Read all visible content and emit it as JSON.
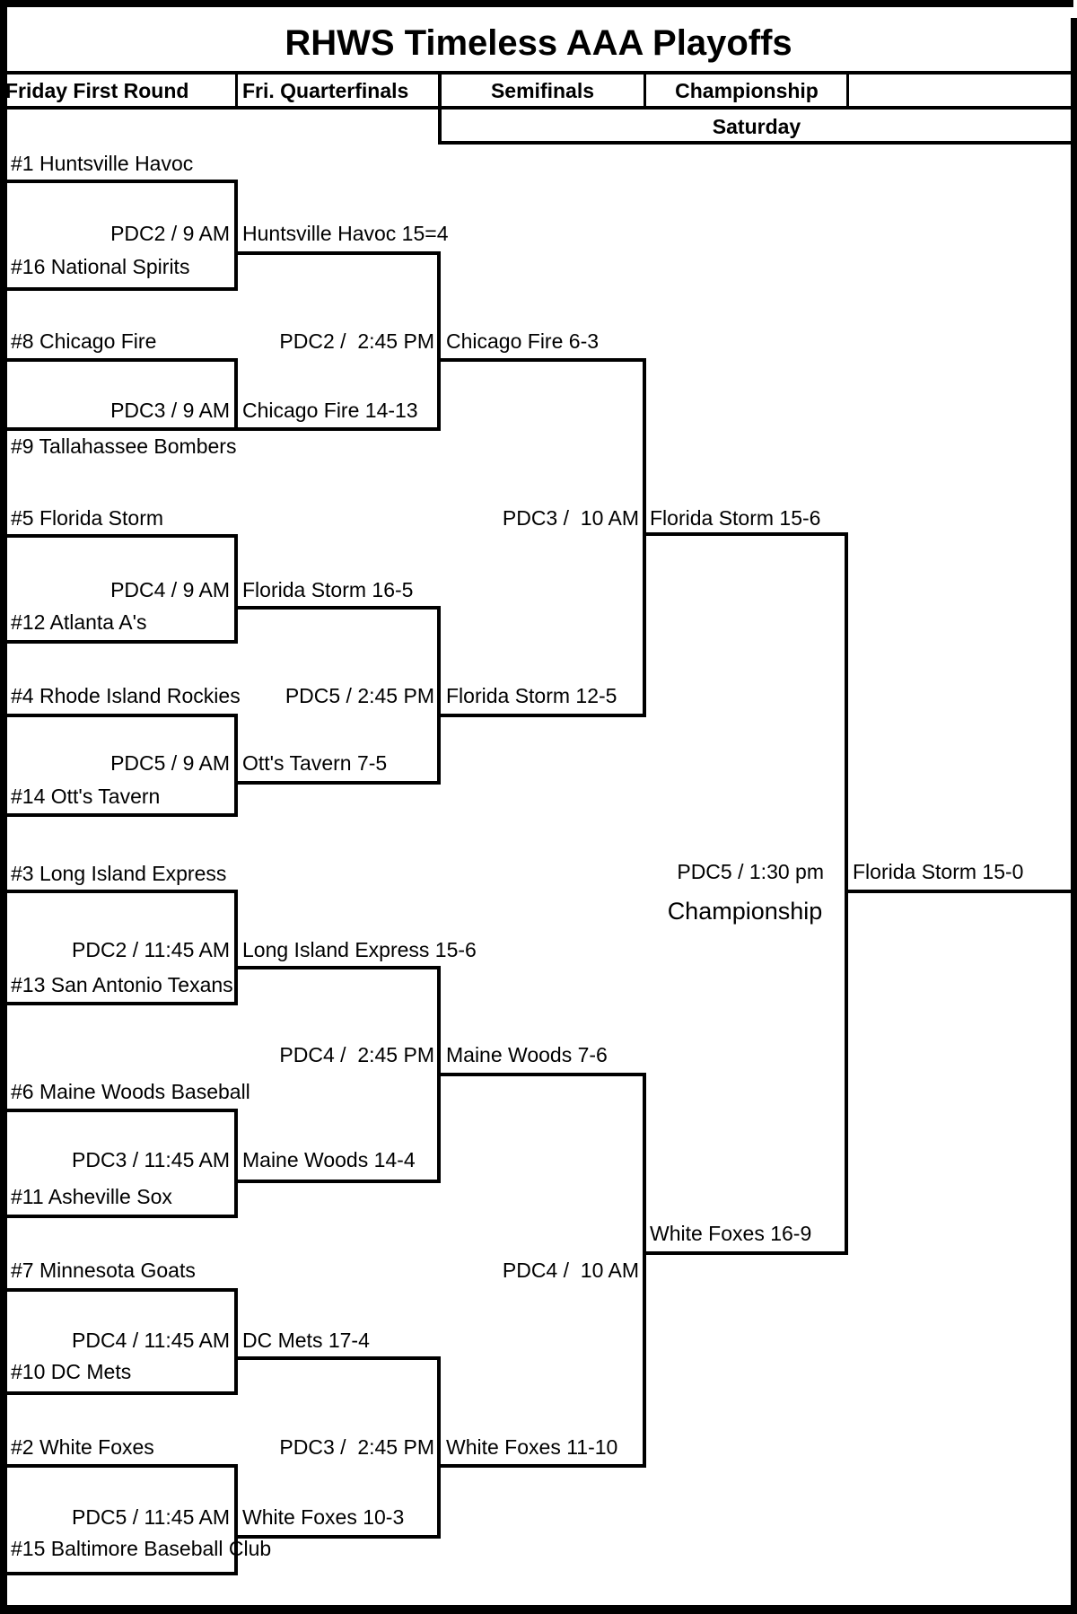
{
  "title": "RHWS Timeless AAA Playoffs",
  "header": {
    "col1": "Friday First Round",
    "col2": "Fri. Quarterfinals",
    "col3": "Semifinals",
    "col4": "Championship",
    "day": "Saturday"
  },
  "r1": {
    "m1": {
      "seed_top": "#1 Huntsville Havoc",
      "seed_bottom": "#16 National Spirits",
      "game": "PDC2 / 9 AM",
      "winner": "Huntsville Havoc 15=4"
    },
    "m2": {
      "seed_top": "#8 Chicago Fire",
      "seed_bottom": "#9 Tallahassee Bombers",
      "game": "PDC3 / 9 AM",
      "winner": "Chicago Fire 14-13"
    },
    "m3": {
      "seed_top": "#5 Florida Storm",
      "seed_bottom": "#12 Atlanta A's",
      "game": "PDC4 / 9 AM",
      "winner": "Florida Storm 16-5"
    },
    "m4": {
      "seed_top": "#4 Rhode Island Rockies",
      "seed_bottom": "#14 Ott's Tavern",
      "game": "PDC5 / 9 AM",
      "winner": "Ott's Tavern 7-5"
    },
    "m5": {
      "seed_top": "#3 Long Island Express",
      "seed_bottom": "#13 San Antonio Texans",
      "game": "PDC2 / 11:45 AM",
      "winner": "Long Island Express 15-6"
    },
    "m6": {
      "seed_top": "#6 Maine Woods Baseball",
      "seed_bottom": "#11 Asheville Sox",
      "game": "PDC3 / 11:45 AM",
      "winner": "Maine Woods 14-4"
    },
    "m7": {
      "seed_top": "#7 Minnesota Goats",
      "seed_bottom": "#10 DC Mets",
      "game": "PDC4 / 11:45 AM",
      "winner": "DC Mets 17-4"
    },
    "m8": {
      "seed_top": "#2 White Foxes",
      "seed_bottom": "#15 Baltimore Baseball Club",
      "game": "PDC5 / 11:45 AM",
      "winner": "White Foxes 10-3"
    }
  },
  "qf": {
    "m1": {
      "game": "PDC2 /  2:45 PM",
      "winner": "Chicago Fire 6-3"
    },
    "m2": {
      "game": "PDC5 / 2:45 PM",
      "winner": "Florida Storm 12-5"
    },
    "m3": {
      "game": "PDC4 /  2:45 PM",
      "winner": "Maine Woods 7-6"
    },
    "m4": {
      "game": "PDC3 /  2:45 PM",
      "winner": "White Foxes 11-10"
    }
  },
  "sf": {
    "m1": {
      "game": "PDC3 /  10 AM",
      "winner": "Florida Storm 15-6"
    },
    "m2": {
      "game": "PDC4 /  10 AM",
      "winner": "White Foxes 16-9"
    }
  },
  "final": {
    "game": "PDC5 / 1:30 pm",
    "label": "Championship",
    "champion": "Florida Storm 15-0"
  }
}
